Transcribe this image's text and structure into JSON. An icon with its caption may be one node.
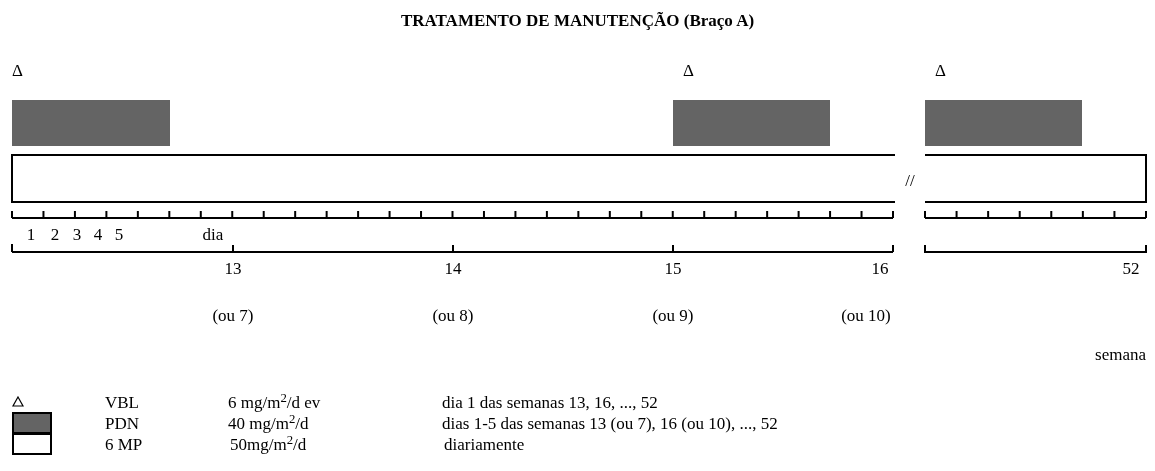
{
  "diagram": {
    "title": "TRATAMENTO DE MANUTENÇÃO (Braço A)",
    "nodes": [
      {
        "text": [],
        "shape": "bar"
      },
      {
        "text": [],
        "shape": "bar"
      },
      {
        "text": [],
        "shape": "bar"
      },
      {
        "text": [],
        "shape": "box"
      },
      {
        "text": [],
        "shape": "box"
      }
    ],
    "labels": [
      "Δ",
      "Δ",
      "Δ",
      "//",
      "1",
      "2",
      "3",
      "4",
      "5",
      "dia",
      "13",
      "14",
      "15",
      "16",
      "52",
      "(ou 7)",
      "(ou 8)",
      "(ou 9)",
      "(ou 10)",
      "semana",
      "6 mg/m$^{2}$/d ev",
      "dia 1 das semanas 13, 16, ..., 52",
      "40 mg/m$^{2}$/d",
      "dias 1-5 das semanas 13 (ou 7), 16 (ou 10), ..., 52",
      "50mg/m$^{2}$/d",
      "diariamente"
    ],
    "legend": [
      {
        "text": "VBL"
      },
      {
        "text": "PDN",
        "color": "#646464"
      },
      {
        "text": "6 MP",
        "color": "#ffffff"
      }
    ]
  }
}
